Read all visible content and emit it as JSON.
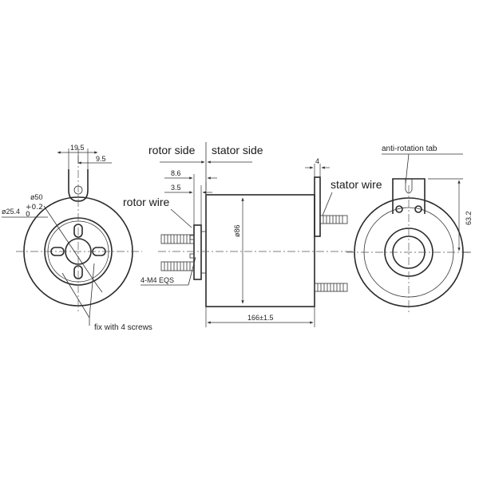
{
  "labels": {
    "rotor_side": "rotor side",
    "stator_side": "stator side",
    "rotor_wire": "rotor wire",
    "stator_wire": "stator wire",
    "anti_rotation_tab": "anti-rotation tab",
    "fix_screws": "fix with 4 screws",
    "screw_spec": "4-M4 EQS"
  },
  "dimensions": {
    "tab_width": "19.5",
    "tab_offset": "9.5",
    "flange_dia": "ø50",
    "bore_dia": "ø25.4",
    "bore_tol_upper": "+0.2",
    "bore_tol_lower": "0",
    "body_dia": "ø86",
    "flange_to_face": "8.6",
    "flange_thickness": "3.5",
    "body_length": "166±1.5",
    "tab_thickness": "4",
    "tab_height": "63.2"
  }
}
